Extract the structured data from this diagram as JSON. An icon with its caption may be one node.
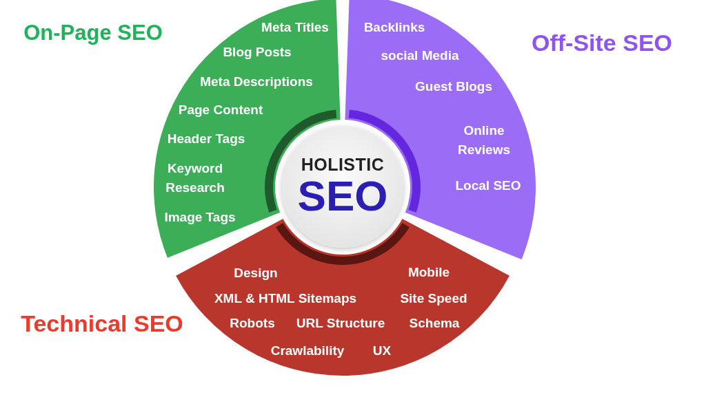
{
  "diagram": {
    "nodes": [
      {
        "text": [
          "HOLISTIC",
          "SEO"
        ]
      },
      {
        "text": [
          "On-Page SEO",
          "Meta Titles",
          "Blog Posts",
          "Meta Descriptions",
          "Page Content",
          "Header Tags",
          "Keyword Research",
          "Image Tags"
        ]
      },
      {
        "text": [
          "Off-Site SEO",
          "Backlinks",
          "social Media",
          "Guest Blogs",
          "Online Reviews",
          "Local SEO"
        ]
      },
      {
        "text": [
          "Technical SEO",
          "Design",
          "Mobile",
          "XML & HTML Sitemaps",
          "Site Speed",
          "Robots",
          "URL Structure",
          "Schema",
          "Crawlability",
          "UX"
        ]
      }
    ]
  }
}
